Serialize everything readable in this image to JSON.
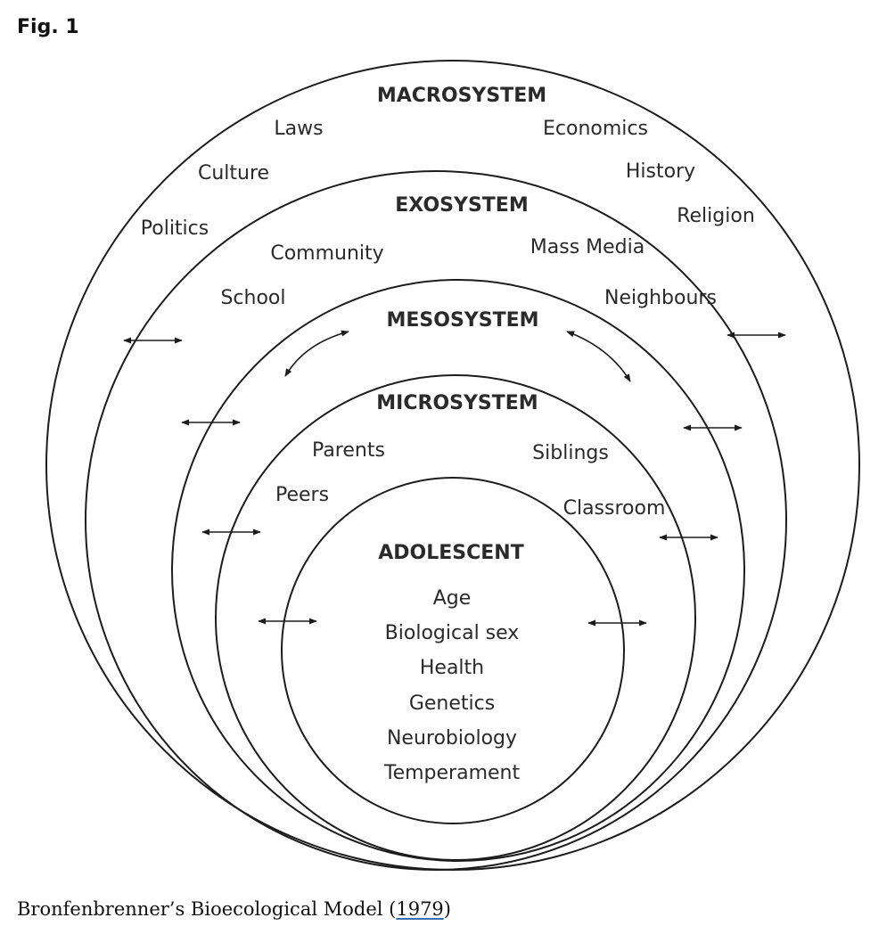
{
  "figure_label": "Fig. 1",
  "caption": {
    "text": "Bronfenbrenner’s Bioecological Model (",
    "link": "1979",
    "suffix": ")"
  },
  "diagram": {
    "macrosystem": {
      "title": "MACROSYSTEM",
      "factors": [
        "Laws",
        "Economics",
        "Culture",
        "History",
        "Politics",
        "Religion"
      ]
    },
    "exosystem": {
      "title": "EXOSYSTEM",
      "factors": [
        "Community",
        "Mass Media",
        "School",
        "Neighbours"
      ]
    },
    "mesosystem": {
      "title": "MESOSYSTEM"
    },
    "microsystem": {
      "title": "MICROSYSTEM",
      "factors": [
        "Parents",
        "Siblings",
        "Peers",
        "Classroom"
      ]
    },
    "adolescent": {
      "title": "ADOLESCENT",
      "factors": [
        "Age",
        "Biological sex",
        "Health",
        "Genetics",
        "Neurobiology",
        "Temperament"
      ]
    }
  }
}
